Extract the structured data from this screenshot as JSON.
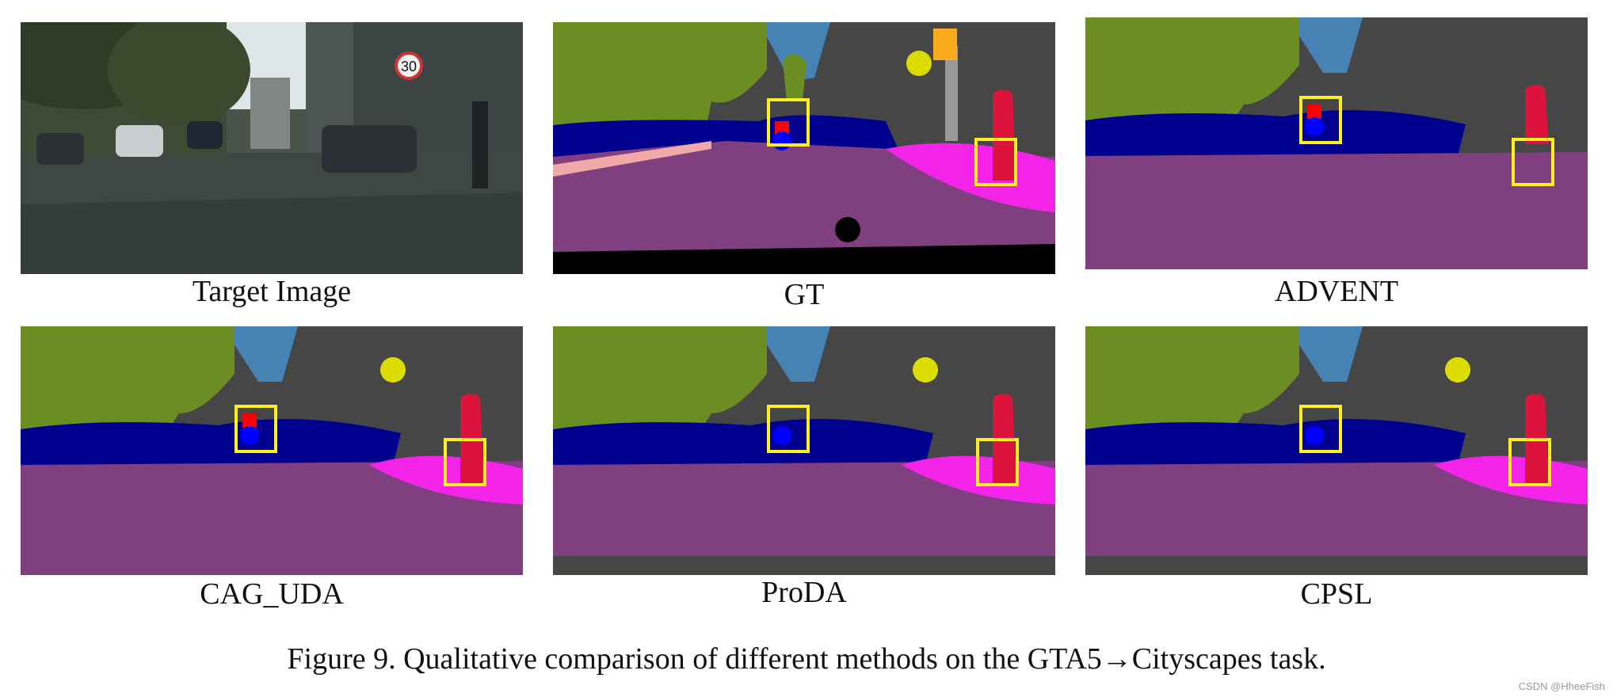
{
  "panels": [
    {
      "caption": "Target Image"
    },
    {
      "caption": "GT"
    },
    {
      "caption": "ADVENT"
    },
    {
      "caption": "CAG_UDA"
    },
    {
      "caption": "ProDA"
    },
    {
      "caption": "CPSL"
    }
  ],
  "sign_text": "30",
  "figure_caption": "Figure 9. Qualitative comparison of different methods on the GTA5→Cityscapes task.",
  "watermark": "CSDN @HheeFish",
  "colors": {
    "road": "#804080",
    "sidewalk": "#f423e8",
    "building": "#464646",
    "vegetation": "#6b8e23",
    "sky": "#4682b4",
    "car": "#00008e",
    "person": "#dc143c",
    "rider": "#ff0000",
    "pole": "#999999",
    "traffic_light": "#faaa1e",
    "traffic_sign": "#dcdc00",
    "highlight_box": "#ffee22"
  }
}
